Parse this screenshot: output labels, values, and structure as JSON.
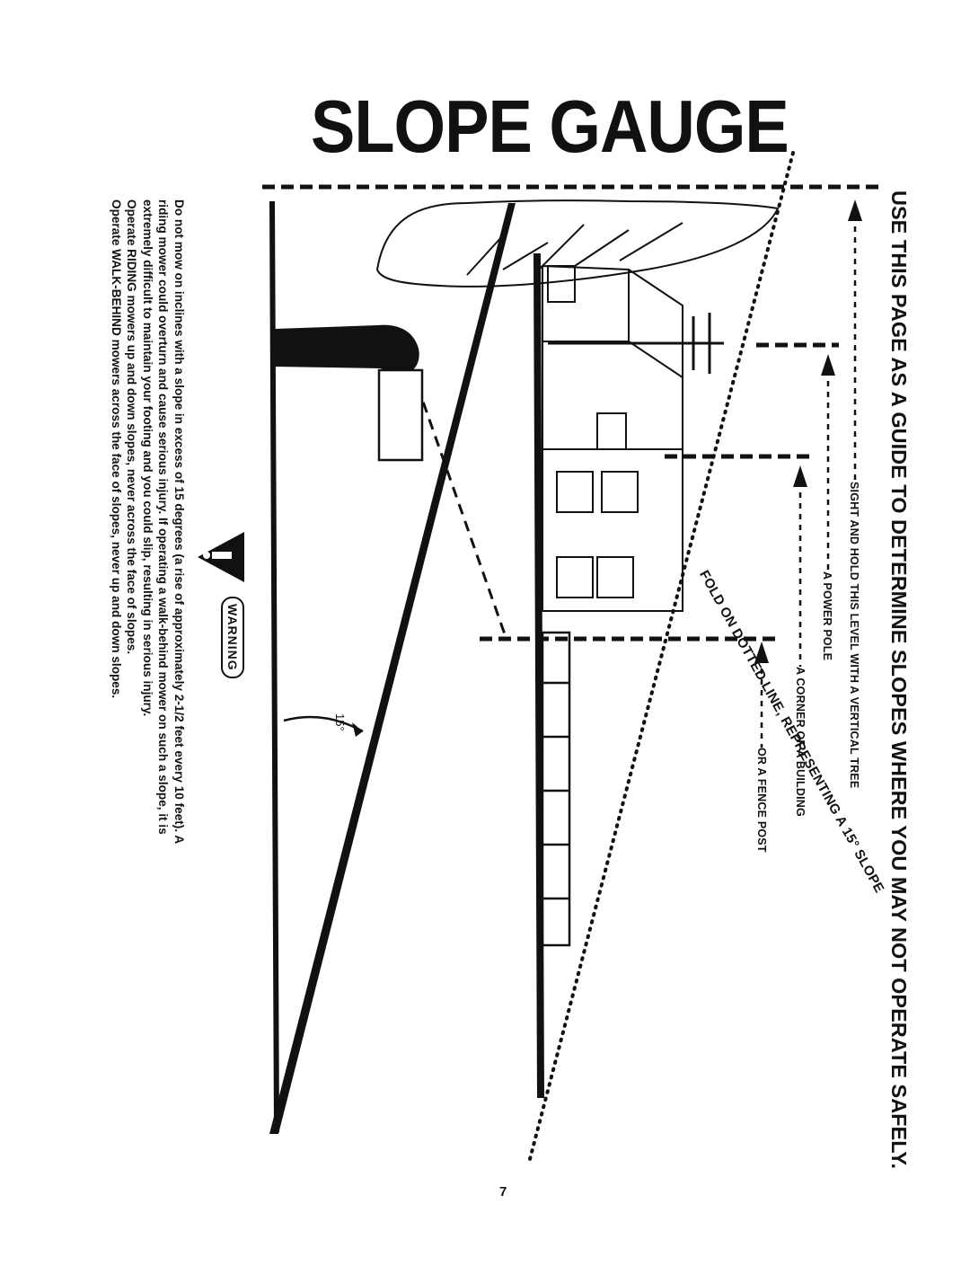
{
  "page": {
    "title": "SLOPE GAUGE",
    "headline": "USE THIS PAGE AS A GUIDE TO DETERMINE SLOPES WHERE YOU MAY NOT OPERATE SAFELY.",
    "page_number": "7"
  },
  "guide_labels": {
    "sight": "SIGHT AND HOLD THIS LEVEL WITH A VERTICAL TREE",
    "pole": "A POWER POLE",
    "corner": "A CORNER OF A BUILDING",
    "fence": "OR A FENCE POST"
  },
  "fold_label": "FOLD ON DOTTED LINE, REPRESENTING A 15° SLOPE",
  "angle_label": "15°",
  "warning": {
    "label": "WARNING",
    "lines": [
      "Do not mow on inclines with a slope in excess of 15 degrees (a rise of approximately 2-1/2 feet every 10 feet). A",
      "riding mower could overturn and cause serious injury. If operating a walk-behind mower on such a slope, it is",
      "extremely difficult to maintain your footing and you could slip, resulting in serious injury.",
      "Operate RIDING mowers up and down slopes, never across the face of slopes.",
      "Operate WALK-BEHIND mowers across the face of slopes, never up and down slopes."
    ]
  }
}
